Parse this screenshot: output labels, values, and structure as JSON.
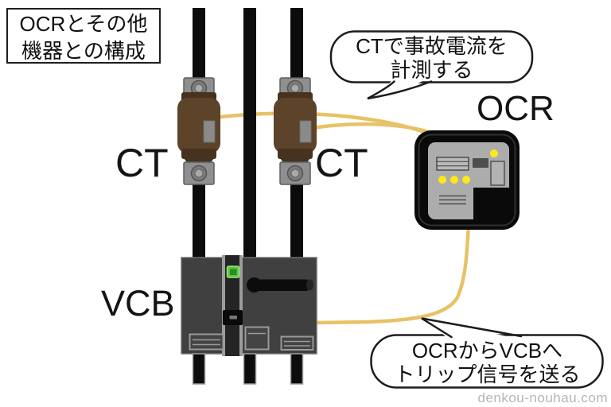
{
  "title": {
    "line1": "OCRとその他",
    "line2": "機器との構成"
  },
  "labels": {
    "ct_left": "CT",
    "ct_right": "CT",
    "ocr": "OCR",
    "vcb": "VCB"
  },
  "callouts": {
    "ct_measure": {
      "line1": "CTで事故電流を",
      "line2": "計測する"
    },
    "trip_signal": {
      "line1": "OCRからVCBへ",
      "line2": "トリップ信号を送る"
    }
  },
  "watermark": "denkou-nouhau.com",
  "colors": {
    "signal_wire": "#E7C266",
    "busbar_black": "#0C0C0C",
    "ct_body_brown": "#5C4329",
    "ct_band_brown": "#46321E",
    "clamp_gray": "#8F8F8F",
    "vcb_body_gray": "#404040",
    "indicator_green": "#55C743",
    "led_yellow": "#FFE81A",
    "relay_panel_gray": "#ACACAC",
    "relay_shell_black": "#0A0A0A",
    "watermark_gray": "#B5B5B5"
  }
}
